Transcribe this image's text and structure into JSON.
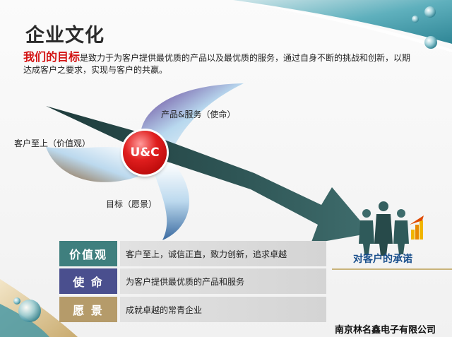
{
  "slide": {
    "title": "企业文化",
    "subtitle_highlight": "我们的目标",
    "subtitle_rest": "是致力于为客户提供最优质的产品以及最优质的服务，通过自身不断的挑战和创新，以期达成客户之要求，实现与客户的共赢。"
  },
  "diagram": {
    "center": "U&C",
    "petals": [
      {
        "label": "产品&服务（使命）"
      },
      {
        "label": "客户至上（价值观）"
      },
      {
        "label": "目标（愿景）"
      }
    ],
    "promise": "对客户的承诺"
  },
  "table": {
    "rows": [
      {
        "label": "价值观",
        "text": "客户至上，诚信正直，致力创新，追求卓越",
        "color": "#3f7f7e"
      },
      {
        "label": "使 命",
        "text": "为客户提供最优质的产品和服务",
        "color": "#4a4f8e"
      },
      {
        "label": "愿 景",
        "text": "成就卓越的常青企业",
        "color": "#b59b6a"
      }
    ]
  },
  "footer": {
    "company": "南京林名鑫电子有限公司"
  },
  "colors": {
    "accent_teal": "#3b9aa8",
    "title_red": "#d31212",
    "promise_blue": "#1a4f8c",
    "arrow_dark": "#2c4a4a"
  }
}
